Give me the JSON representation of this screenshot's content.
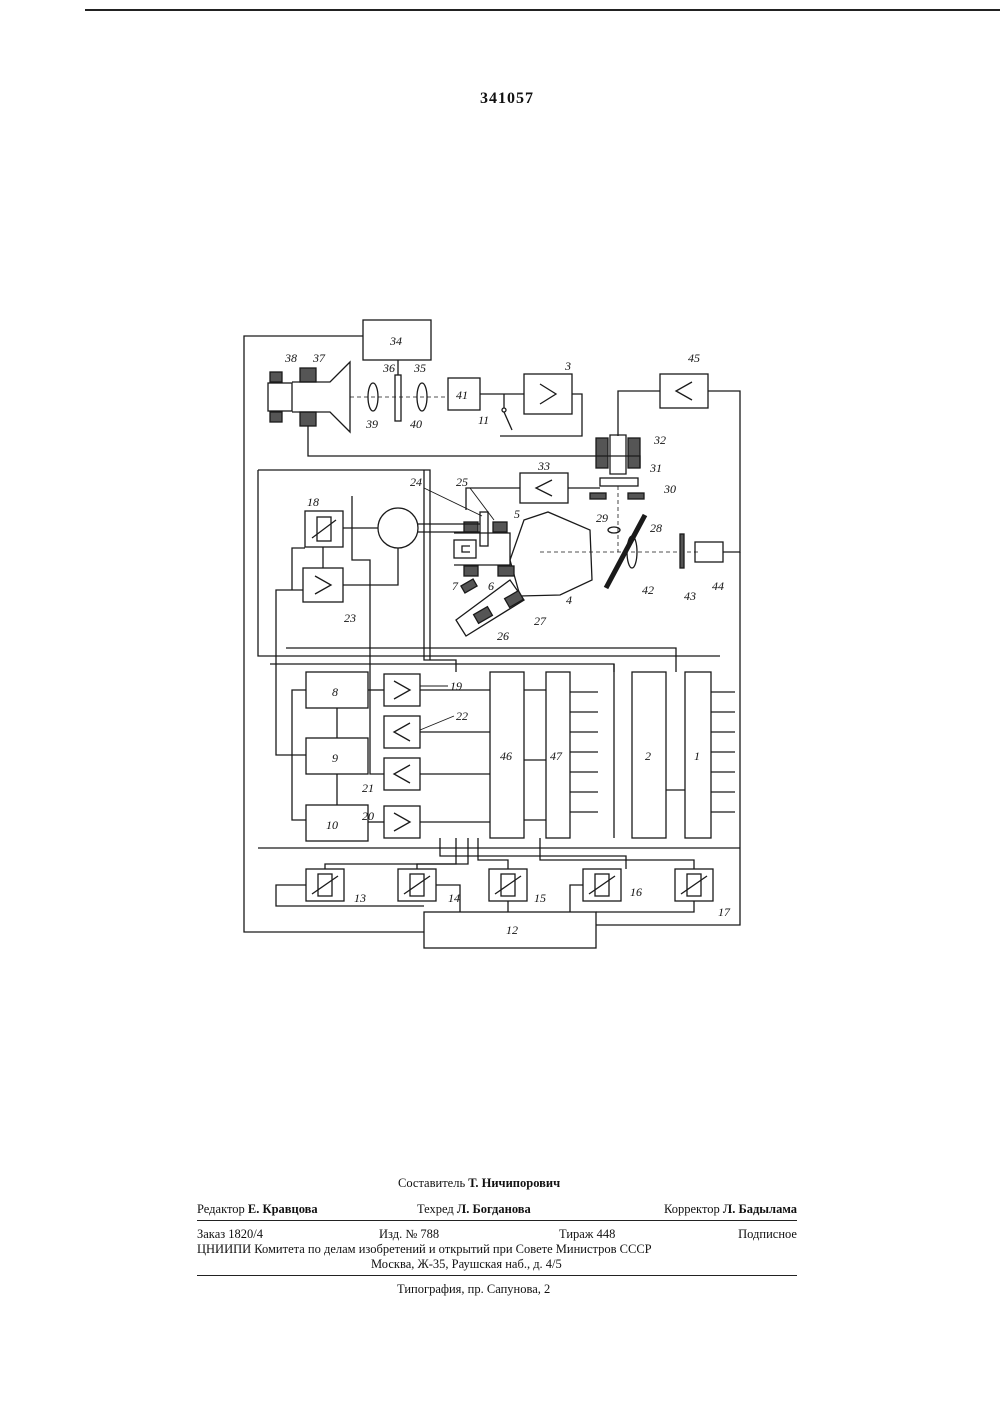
{
  "patent_number": "341057",
  "diagram_labels": {
    "b34": "34",
    "b41": "41",
    "b3": "3",
    "b45": "45",
    "b33": "33",
    "b18": "18",
    "b23": "23",
    "b8": "8",
    "b9": "9",
    "b10": "10",
    "b46": "46",
    "b47": "47",
    "b2": "2",
    "b1": "1",
    "b12": "12",
    "n38": "38",
    "n37": "37",
    "n36": "36",
    "n35": "35",
    "n39": "39",
    "n40": "40",
    "n11": "11",
    "n32": "32",
    "n31": "31",
    "n30": "30",
    "n24": "24",
    "n25": "25",
    "n5": "5",
    "n29": "29",
    "n28": "28",
    "n7": "7",
    "n6": "6",
    "n42": "42",
    "n43": "43",
    "n44": "44",
    "n4": "4",
    "n26": "26",
    "n27": "27",
    "n19": "19",
    "n22": "22",
    "n21": "21",
    "n20": "20",
    "n13": "13",
    "n14": "14",
    "n15": "15",
    "n16": "16",
    "n17": "17"
  },
  "footer": {
    "compiler_label": "Составитель",
    "compiler_name": "Т. Ничипорович",
    "editor_label": "Редактор",
    "editor_name": "Е. Кравцова",
    "techred_label": "Техред",
    "techred_name": "Л. Богданова",
    "corrector_label": "Корректор",
    "corrector_name": "Л. Бадылама",
    "order": "Заказ 1820/4",
    "edition": "Изд. № 788",
    "circulation": "Тираж 448",
    "subscription": "Подписное",
    "institute": "ЦНИИПИ Комитета по делам изобретений и открытий при Совете Министров СССР",
    "address": "Москва, Ж-35, Раушская наб., д. 4/5",
    "printing": "Типография, пр. Сапунова, 2"
  }
}
